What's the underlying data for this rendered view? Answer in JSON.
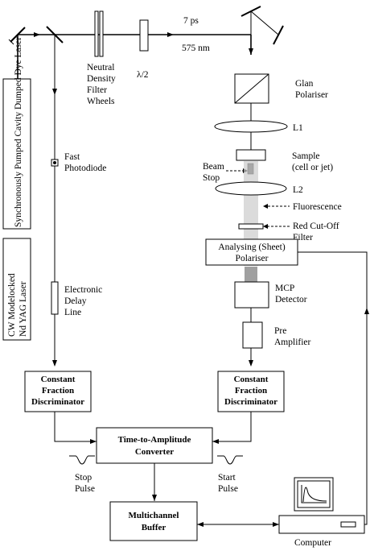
{
  "beam": {
    "pulse_width": "7 ps",
    "wavelength": "575 nm"
  },
  "components": {
    "nd_filter": [
      "Neutral",
      "Density",
      "Filter",
      "Wheels"
    ],
    "half_wave": "λ/2",
    "glan": [
      "Glan",
      "Polariser"
    ],
    "lens1": "L1",
    "sample": [
      "Sample",
      "(cell or jet)"
    ],
    "beam_stop": [
      "Beam",
      "Stop"
    ],
    "lens2": "L2",
    "fluorescence": "Fluorescence",
    "red_filter": [
      "Red Cut-Off",
      "Filter"
    ],
    "analysing_polariser": [
      "Analysing (Sheet)",
      "Polariser"
    ],
    "mcp": [
      "MCP",
      "Detector"
    ],
    "preamp": [
      "Pre",
      "Amplifier"
    ],
    "fast_photodiode": [
      "Fast",
      "Photodiode"
    ],
    "delay_line": [
      "Electronic",
      "Delay",
      "Line"
    ],
    "dye_laser": "Synchronously Pumped Cavity Dumped Dye Laser",
    "yag_laser": [
      "CW Modelocked",
      "Nd YAG Laser"
    ],
    "cfd_left": [
      "Constant",
      "Fraction",
      "Discriminator"
    ],
    "cfd_right": [
      "Constant",
      "Fraction",
      "Discriminator"
    ],
    "tac": [
      "Time-to-Amplitude",
      "Converter"
    ],
    "stop_pulse": [
      "Stop",
      "Pulse"
    ],
    "start_pulse": [
      "Start",
      "Pulse"
    ],
    "buffer": [
      "Multichannel",
      "Buffer"
    ],
    "computer": "Computer"
  }
}
